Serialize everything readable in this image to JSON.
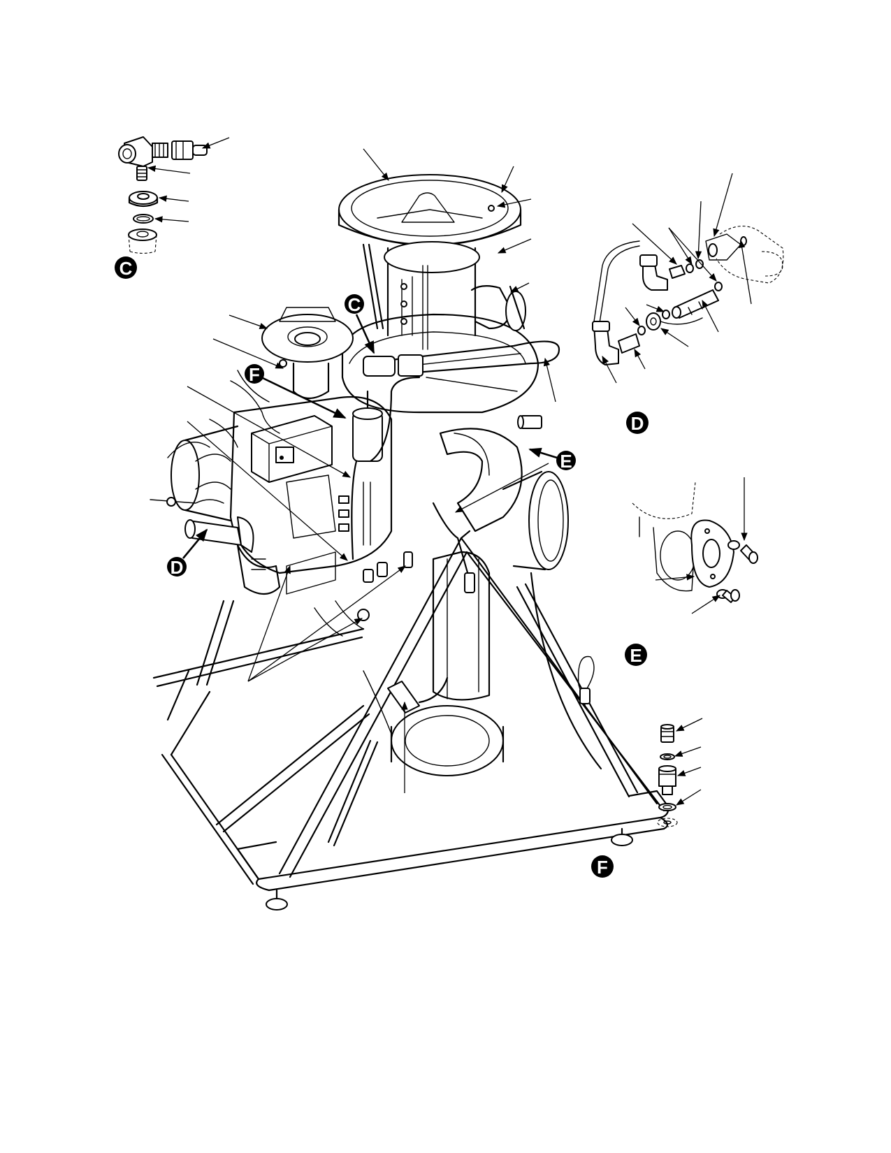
{
  "figure": {
    "callouts": {
      "detail_c": "C",
      "detail_d": "D",
      "detail_e": "E",
      "detail_f": "F"
    },
    "references": {
      "ref_c": "C",
      "ref_d": "D",
      "ref_e": "E",
      "ref_f": "F"
    }
  }
}
